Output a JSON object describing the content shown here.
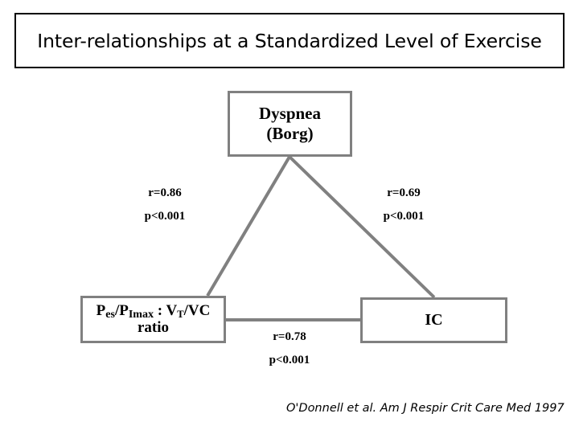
{
  "slide": {
    "title": "Inter-relationships at a Standardized Level of Exercise",
    "citation": "O'Donnell et al.  Am J Respir Crit Care Med 1997",
    "background_color": "#ffffff",
    "box_border_color": "#808080",
    "title_border_color": "#000000",
    "connector_color": "#808080"
  },
  "nodes": {
    "dyspnea": {
      "line1": "Dyspnea",
      "line2": "(Borg)"
    },
    "ratio": {
      "formula_p1": "P",
      "formula_p1_sub": "es",
      "formula_slash1": "/P",
      "formula_p2_sub": "Imax",
      "formula_colon": " : V",
      "formula_v_sub": "T",
      "formula_tail": "/VC",
      "line2": "ratio",
      "plain_text": "Pes/PImax : VT/VC ratio"
    },
    "ic": {
      "label": "IC"
    }
  },
  "stats": {
    "dyspnea_to_ratio": {
      "r": "r=0.86",
      "p": "p<0.001"
    },
    "dyspnea_to_ic": {
      "r": "r=0.69",
      "p": "p<0.001"
    },
    "ratio_to_ic": {
      "r": "r=0.78",
      "p": "p<0.001"
    }
  },
  "chart_data": {
    "type": "diagram",
    "title": "Inter-relationships at a Standardized Level of Exercise",
    "nodes": [
      "Dyspnea (Borg)",
      "Pes/PImax : VT/VC ratio",
      "IC"
    ],
    "edges": [
      {
        "from": "Dyspnea (Borg)",
        "to": "Pes/PImax : VT/VC ratio",
        "r": 0.86,
        "p": "<0.001"
      },
      {
        "from": "Dyspnea (Borg)",
        "to": "IC",
        "r": 0.69,
        "p": "<0.001"
      },
      {
        "from": "Pes/PImax : VT/VC ratio",
        "to": "IC",
        "r": 0.78,
        "p": "<0.001"
      }
    ],
    "annotation": "O'Donnell et al.  Am J Respir Crit Care Med 1997"
  }
}
